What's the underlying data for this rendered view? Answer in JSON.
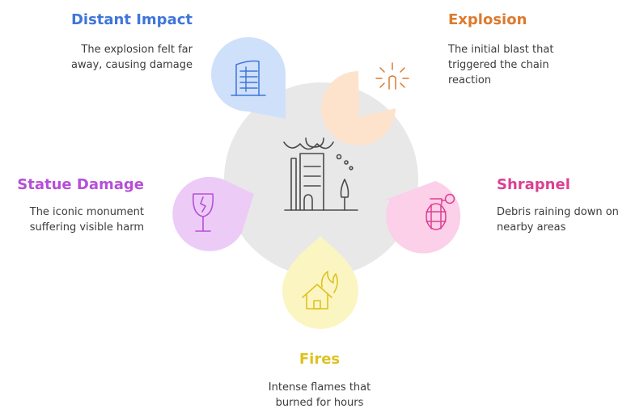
{
  "colors": {
    "hub": "#e8e8e8",
    "hub_icon": "#4a4a4a",
    "distant_impact": "#3f76d9",
    "explosion": "#dd7a2d",
    "shrapnel": "#dc3f93",
    "fires": "#dec21f",
    "statue_damage": "#b64fd8"
  },
  "items": {
    "distant_impact": {
      "title": "Distant Impact",
      "description": "The explosion felt far away, causing damage",
      "icon": "building-icon"
    },
    "explosion": {
      "title": "Explosion",
      "description": "The initial blast that triggered the chain reaction",
      "icon": "blast-icon"
    },
    "shrapnel": {
      "title": "Shrapnel",
      "description": "Debris raining down on nearby areas",
      "icon": "grenade-icon"
    },
    "fires": {
      "title": "Fires",
      "description": "Intense flames that burned for hours",
      "icon": "burning-house-icon"
    },
    "statue_damage": {
      "title": "Statue Damage",
      "description": "The iconic monument suffering visible harm",
      "icon": "cracked-glass-icon"
    }
  },
  "hub_icon": "factory-smoke-icon"
}
